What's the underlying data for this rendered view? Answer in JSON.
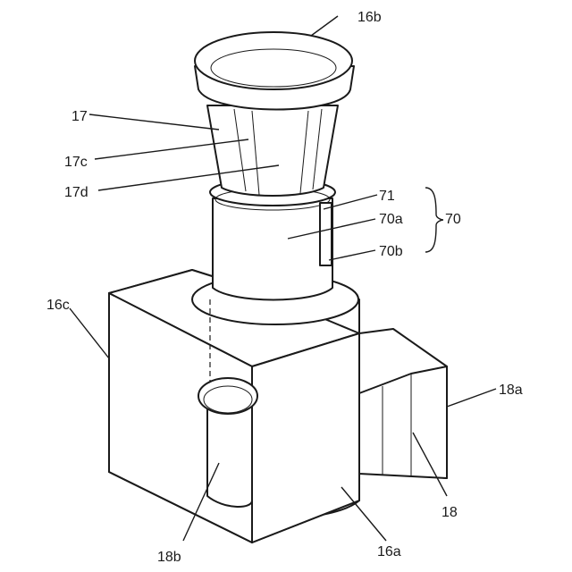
{
  "labels": {
    "l16b": "16b",
    "l17": "17",
    "l17c": "17c",
    "l17d": "17d",
    "l71": "71",
    "l70a": "70a",
    "l70": "70",
    "l70b": "70b",
    "l16c": "16c",
    "l18a": "18a",
    "l18": "18",
    "l18b": "18b",
    "l16a": "16a"
  }
}
